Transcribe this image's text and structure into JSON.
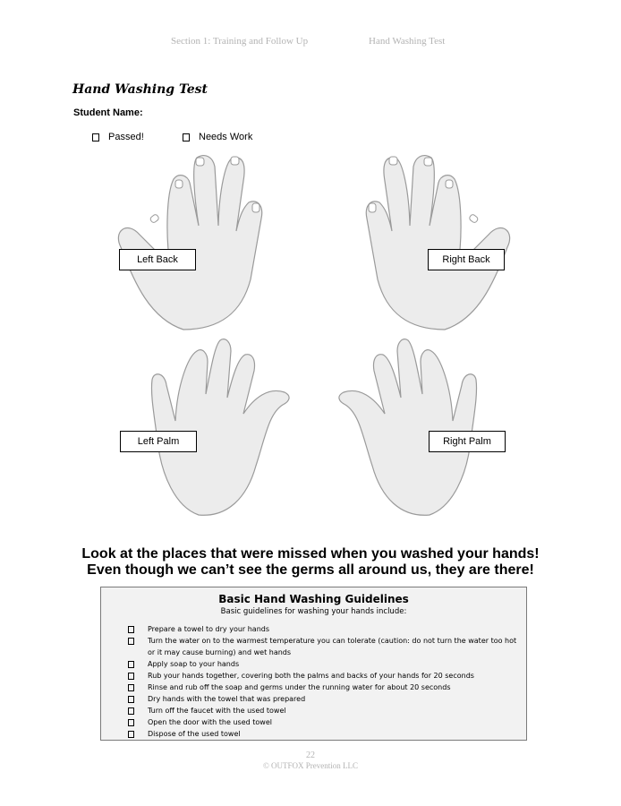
{
  "header": {
    "left": "Section 1: Training and Follow Up",
    "right": "Hand Washing Test"
  },
  "title": "Hand Washing Test",
  "student_label": "Student Name:",
  "options": {
    "passed": "Passed!",
    "needs_work": "Needs Work"
  },
  "hand_labels": {
    "left_back": "Left Back",
    "right_back": "Right Back",
    "left_palm": "Left Palm",
    "right_palm": "Right Palm"
  },
  "headline": {
    "line1": "Look at the places that were missed when you washed your hands!",
    "line2": "Even though we can’t see the germs all around us, they are there!"
  },
  "guidelines": {
    "title": "Basic Hand Washing Guidelines",
    "subtitle": "Basic guidelines for washing your hands include:",
    "items": [
      "Prepare a towel to dry your hands",
      "Turn the water on to the warmest temperature you can tolerate (caution: do not turn the water too hot or it may cause burning) and wet hands",
      "Apply soap to your hands",
      "Rub your hands together, covering both the palms and backs of your hands for 20 seconds",
      "Rinse and rub off the soap and germs under the running water for about 20 seconds",
      "Dry hands with the towel that was prepared",
      "Turn off the faucet with the used towel",
      "Open the door with the used towel",
      "Dispose of the used towel"
    ]
  },
  "footer": {
    "page": "22",
    "copyright": "© OUTFOX Prevention LLC"
  }
}
